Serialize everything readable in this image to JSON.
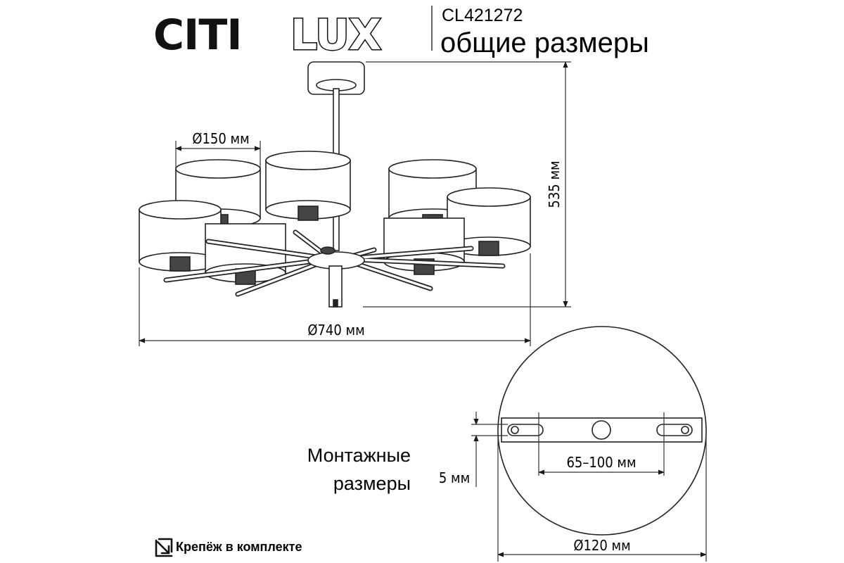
{
  "brand": {
    "logo_a": "CITI",
    "logo_b": "LUX"
  },
  "header": {
    "model": "CL421272",
    "subtitle": "общие размеры"
  },
  "dimensions": {
    "shade_diameter": "Ø150 мм",
    "height": "535 мм",
    "overall_diameter": "Ø740 мм",
    "slot_spacing": "65–100 мм",
    "slot_width": "5 мм",
    "canopy_diameter": "Ø120 мм"
  },
  "mounting": {
    "line1": "Монтажные",
    "line2": "размеры"
  },
  "footer": {
    "kit_label": "Крепёж в комплекте",
    "kit_icon": "arrow-into-box-icon"
  }
}
